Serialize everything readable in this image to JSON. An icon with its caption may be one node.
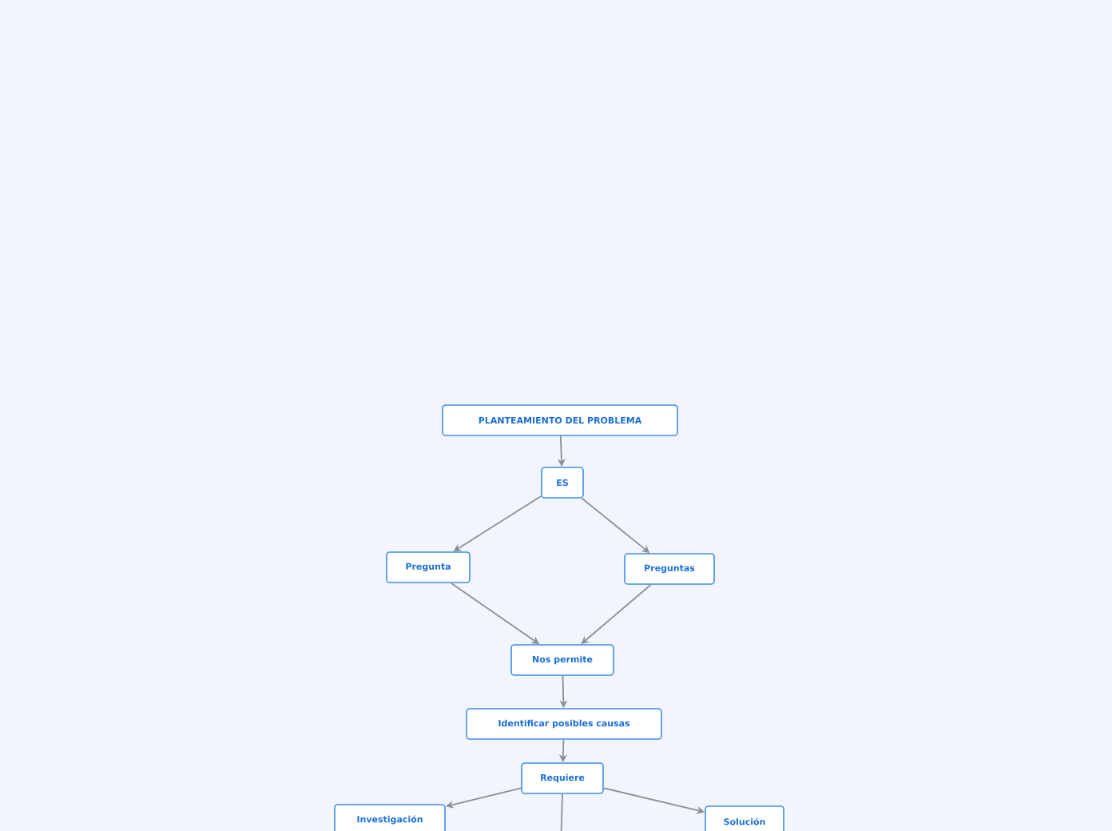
{
  "diagram": {
    "nodes": [
      {
        "text": [
          "PLANTEAMIENTO DEL PROBLEMA"
        ]
      },
      {
        "text": [
          "ES"
        ]
      },
      {
        "text": [
          "Pregunta"
        ]
      },
      {
        "text": [
          "Preguntas"
        ]
      },
      {
        "text": [
          "Nos permite"
        ]
      },
      {
        "text": [
          "Identificar posibles causas"
        ]
      },
      {
        "text": [
          "Requiere"
        ]
      },
      {
        "text": [
          "Investigación"
        ]
      },
      {
        "text": [
          "Solución"
        ]
      }
    ],
    "edges": [
      {
        "from": 0,
        "to": 1,
        "arrow": "to"
      },
      {
        "from": 1,
        "to": 2,
        "arrow": "to"
      },
      {
        "from": 1,
        "to": 3,
        "arrow": "to"
      },
      {
        "from": 2,
        "to": 4,
        "arrow": "to"
      },
      {
        "from": 3,
        "to": 4,
        "arrow": "to"
      },
      {
        "from": 4,
        "to": 5,
        "arrow": "to"
      },
      {
        "from": 5,
        "to": 6,
        "arrow": "to"
      },
      {
        "from": 6,
        "to": 7,
        "arrow": "to"
      },
      {
        "from": 6,
        "to": 8,
        "arrow": "to"
      },
      {
        "from": 6,
        "to": null,
        "arrow": "none"
      }
    ]
  }
}
